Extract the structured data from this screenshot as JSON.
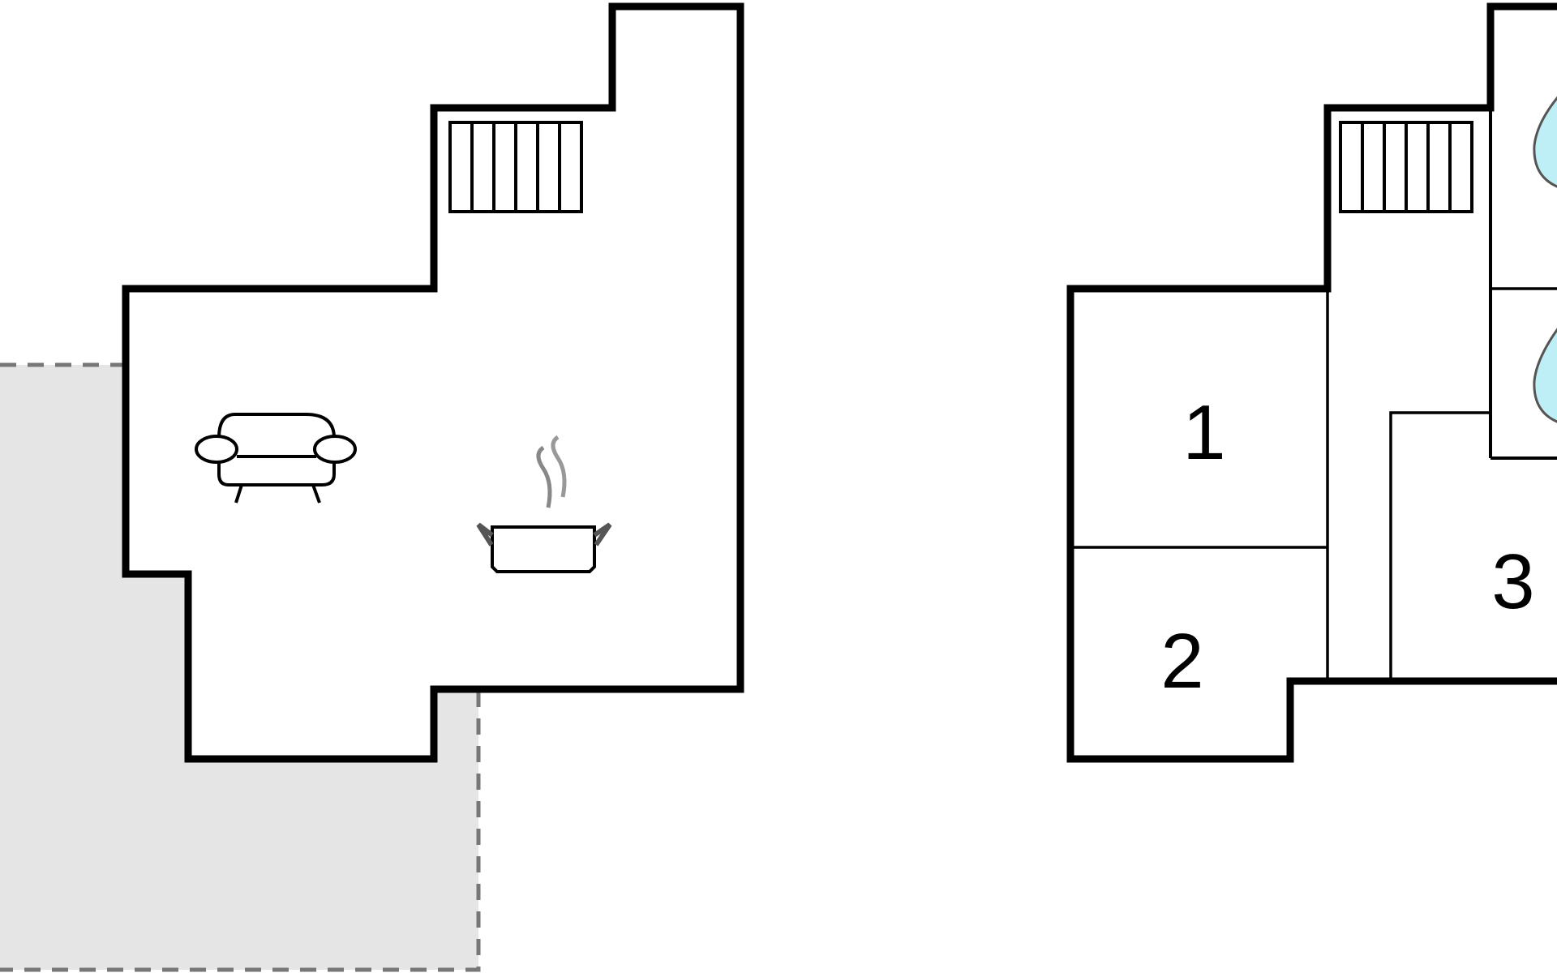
{
  "floor_plan": {
    "rooms": [
      {
        "number": "1"
      },
      {
        "number": "2"
      },
      {
        "number": "3"
      }
    ],
    "icons": [
      "stairs-icon",
      "sofa-icon",
      "cooking-pot-icon",
      "bathroom-drop-icon"
    ],
    "colors": {
      "wall": "#000000",
      "terrace": "#e5e5e5",
      "terrace_border": "#777777",
      "water_drop": "#bfeff6"
    }
  }
}
